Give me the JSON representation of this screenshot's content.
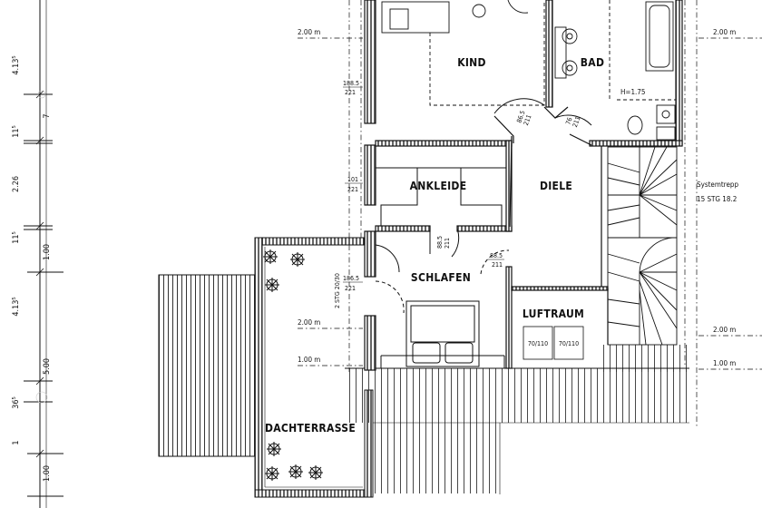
{
  "rooms": {
    "kind": "KIND",
    "bad": "BAD",
    "ankleide": "ANKLEIDE",
    "diele": "DIELE",
    "schlafen": "SCHLAFEN",
    "luftraum": "LUFTRAUM",
    "dachterrasse": "DACHTERRASSE"
  },
  "openings": {
    "kind_window": [
      "188.5",
      "221"
    ],
    "ankleide_window": [
      "101",
      "221"
    ],
    "schlafen_window": [
      "186.5",
      "221"
    ],
    "door_kind": [
      "86.5",
      "211"
    ],
    "door_bad": [
      "76",
      "211"
    ],
    "door_ankleide": [
      "88.5",
      "211"
    ],
    "door_schlafen": [
      "88.5",
      "211"
    ],
    "luftraum_left": "70/110",
    "luftraum_right": "70/110"
  },
  "annotations": {
    "bad_height": "H=1.75",
    "stair_title": "Systemtrepp",
    "stair_spec": "15 STG 18.2",
    "terrace_stair": "2 STG 20/30"
  },
  "height_lines": {
    "left_200": "2.00 m",
    "left_100": "1.00 m",
    "right_200_top": "2.00 m",
    "right_200_mid": "2.00 m",
    "right_100": "1.00 m"
  },
  "left_dimensions": [
    "4.13⁵",
    "11⁵",
    "2.26",
    "11⁵",
    "1.00",
    "4.13⁵",
    "5.00",
    "1.00",
    "36⁵",
    "1"
  ]
}
